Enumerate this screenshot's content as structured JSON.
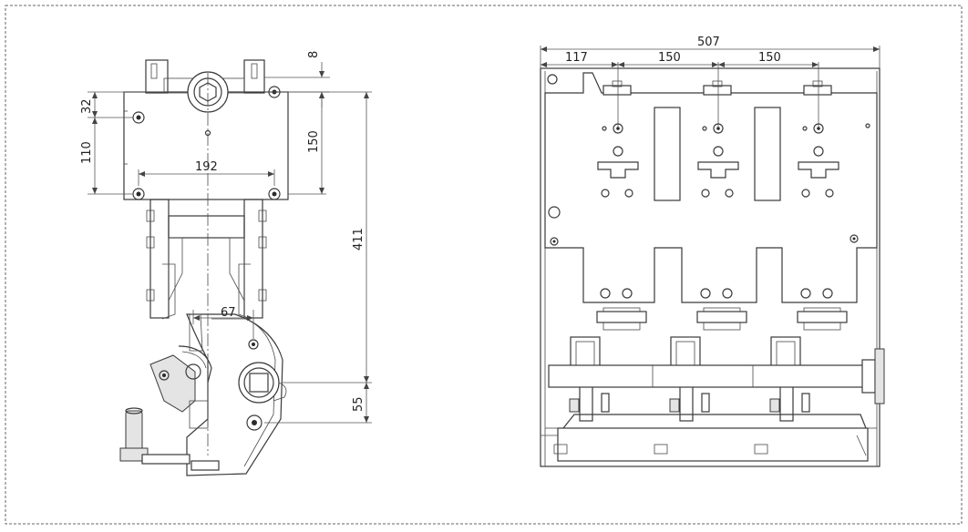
{
  "left_view": {
    "dimensions": {
      "d8": "8",
      "d32": "32",
      "d110": "110",
      "d150": "150",
      "d192": "192",
      "d411": "411",
      "d67": "67",
      "d55": "55"
    }
  },
  "right_view": {
    "dimensions": {
      "d507": "507",
      "d117": "117",
      "d150a": "150",
      "d150b": "150"
    }
  }
}
